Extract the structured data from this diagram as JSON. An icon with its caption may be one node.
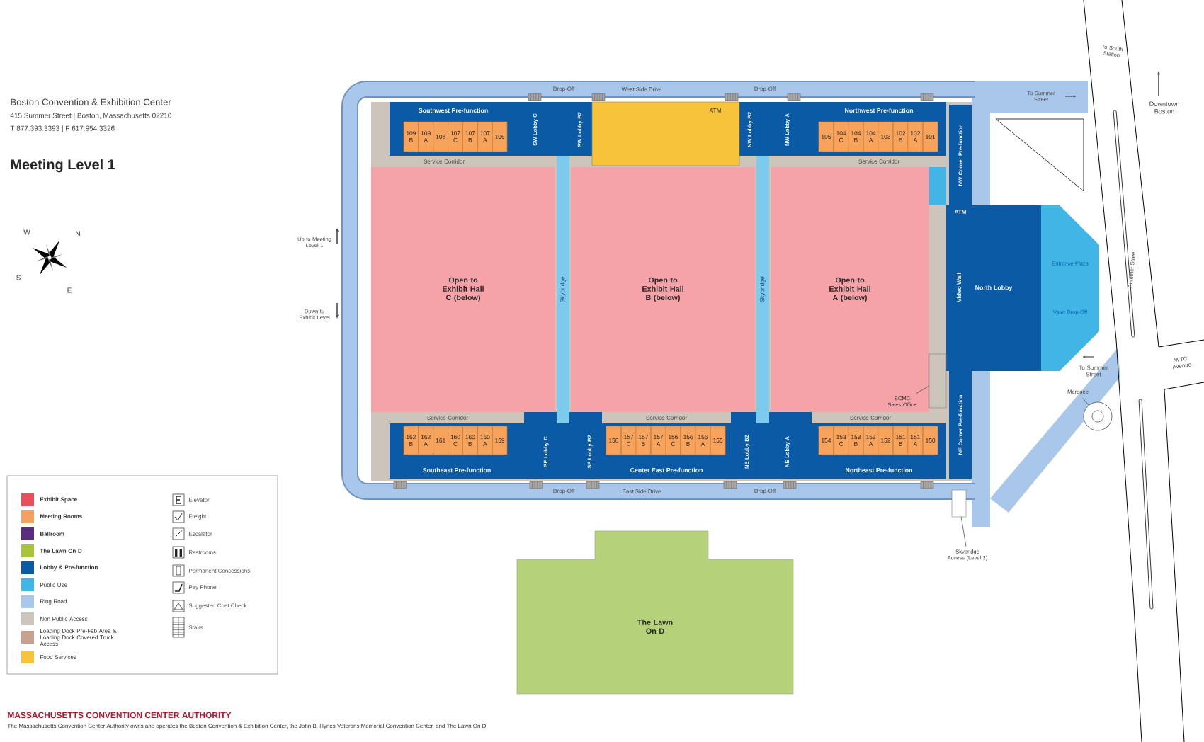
{
  "diagram": {
    "title": "Meeting Level 1",
    "nodes": [
      {
        "text": [
          "Southwest Pre-function"
        ]
      },
      {
        "text": [
          "109 B"
        ],
        "in": 0
      },
      {
        "text": [
          "109 A"
        ],
        "in": 0
      },
      {
        "text": [
          "108"
        ],
        "in": 0
      },
      {
        "text": [
          "107 C"
        ],
        "in": 0
      },
      {
        "text": [
          "107 B"
        ],
        "in": 0
      },
      {
        "text": [
          "107 A"
        ],
        "in": 0
      },
      {
        "text": [
          "106"
        ],
        "in": 0
      },
      {
        "text": [
          "SW Lobby C"
        ]
      },
      {
        "text": [
          "SW Lobby B2"
        ]
      },
      {
        "text": [],
        "shape": "box"
      },
      {
        "text": [
          "NW Lobby B2"
        ]
      },
      {
        "text": [
          "NW Lobby A"
        ]
      },
      {
        "text": [
          "Northwest Pre-function"
        ]
      },
      {
        "text": [
          "105"
        ],
        "in": 13
      },
      {
        "text": [
          "104 C"
        ],
        "in": 13
      },
      {
        "text": [
          "104 B"
        ],
        "in": 13
      },
      {
        "text": [
          "104 A"
        ],
        "in": 13
      },
      {
        "text": [
          "103"
        ],
        "in": 13
      },
      {
        "text": [
          "102 B"
        ],
        "in": 13
      },
      {
        "text": [
          "102 A"
        ],
        "in": 13
      },
      {
        "text": [
          "101"
        ],
        "in": 13
      },
      {
        "text": [
          "NW Corner Pre-function"
        ]
      },
      {
        "text": [
          "Service Corridor"
        ]
      },
      {
        "text": [
          "Service Corridor"
        ]
      },
      {
        "text": [
          "Open to Exhibit Hall C (below)"
        ]
      },
      {
        "text": [
          "Skybridge"
        ]
      },
      {
        "text": [
          "Open to Exhibit Hall B (below)"
        ]
      },
      {
        "text": [
          "Skybridge"
        ]
      },
      {
        "text": [
          "Open to Exhibit Hall A (below)"
        ]
      },
      {
        "text": [
          "North Lobby"
        ]
      },
      {
        "text": [
          "Entrance Plaza",
          "Valet Drop-Off"
        ]
      },
      {
        "text": [
          "NE Corner Pre-function"
        ]
      },
      {
        "text": [],
        "shape": "box"
      },
      {
        "text": [
          "BCMC Sales Office"
        ],
        "in": 29
      },
      {
        "text": [
          "Service Corridor"
        ]
      },
      {
        "text": [
          "Service Corridor"
        ]
      },
      {
        "text": [
          "Service Corridor"
        ]
      },
      {
        "text": [
          "Southeast Pre-function"
        ]
      },
      {
        "text": [
          "162 B"
        ],
        "in": 38
      },
      {
        "text": [
          "162 A"
        ],
        "in": 38
      },
      {
        "text": [
          "161"
        ],
        "in": 38
      },
      {
        "text": [
          "160 C"
        ],
        "in": 38
      },
      {
        "text": [
          "160 B"
        ],
        "in": 38
      },
      {
        "text": [
          "160 A"
        ],
        "in": 38
      },
      {
        "text": [
          "159"
        ],
        "in": 38
      },
      {
        "text": [
          "SE Lobby C"
        ]
      },
      {
        "text": [
          "SE Lobby B2"
        ]
      },
      {
        "text": [
          "Center East Pre-function"
        ]
      },
      {
        "text": [
          "158"
        ],
        "in": 48
      },
      {
        "text": [
          "157 C"
        ],
        "in": 48
      },
      {
        "text": [
          "157 B"
        ],
        "in": 48
      },
      {
        "text": [
          "157 A"
        ],
        "in": 48
      },
      {
        "text": [
          "156 C"
        ],
        "in": 48
      },
      {
        "text": [
          "156 B"
        ],
        "in": 48
      },
      {
        "text": [
          "156 A"
        ],
        "in": 48
      },
      {
        "text": [
          "155"
        ],
        "in": 48
      },
      {
        "text": [
          "NE Lobby B2"
        ]
      },
      {
        "text": [
          "NE Lobby A"
        ]
      },
      {
        "text": [
          "Northeast Pre-function"
        ]
      },
      {
        "text": [
          "154"
        ],
        "in": 59
      },
      {
        "text": [
          "153 C"
        ],
        "in": 59
      },
      {
        "text": [
          "153 B"
        ],
        "in": 59
      },
      {
        "text": [
          "153 A"
        ],
        "in": 59
      },
      {
        "text": [
          "152"
        ],
        "in": 59
      },
      {
        "text": [
          "151 B"
        ],
        "in": 59
      },
      {
        "text": [
          "151 A"
        ],
        "in": 59
      },
      {
        "text": [
          "150"
        ],
        "in": 59
      },
      {
        "text": [
          "The Lawn On D"
        ]
      },
      {
        "text": [
          "Marquee"
        ]
      },
      {
        "text": [],
        "shape": "circle"
      },
      {
        "text": [
          "Skybridge Access (Level 2)"
        ]
      },
      {
        "text": [],
        "shape": "box"
      }
    ],
    "edges": [
      {
        "from": 34,
        "to": 33,
        "arrow": "none"
      },
      {
        "from": 69,
        "to": 70,
        "arrow": "none"
      },
      {
        "from": 71,
        "to": 72,
        "arrow": "none"
      }
    ],
    "labels": [
      "Boston Convention & Exhibition Center",
      "415 Summer Street | Boston, Massachusetts 02210",
      "T 877.393.3393 | F 617.954.3326",
      "To South Station",
      "Drop-Off",
      "West Side Drive",
      "Drop-Off",
      "To Summer Street",
      "Downtown Boston",
      "ATM",
      "W",
      "N",
      "Up to Meeting Level 1",
      "ATM",
      "S",
      "E",
      "Summer Street",
      "Video Wall",
      "Down to Exhibit Level",
      "WTC Avenue",
      "To Summer Street",
      "Drop-Off",
      "East Side Drive",
      "Drop-Off",
      "MASSACHUSETTS CONVENTION CENTER AUTHORITY",
      "The Massachusetts Convention Center Authority owns and operates the Boston Convention & Exhibition Center, the John B. Hynes Veterans Memorial Convention Center, and The Lawn On D."
    ],
    "legend": [
      {
        "text": "Exhibit Space",
        "color": "#e8505b"
      },
      {
        "text": "Meeting Rooms",
        "color": "#f4a261"
      },
      {
        "text": "Ballroom",
        "color": "#5b2d82"
      },
      {
        "text": "The Lawn On D",
        "color": "#a8c43c"
      },
      {
        "text": "Lobby & Pre-function",
        "color": "#0b5aa5"
      },
      {
        "text": "Public Use",
        "color": "#41b6e6"
      },
      {
        "text": "Ring Road",
        "color": "#a9c7ea"
      },
      {
        "text": "Non Public Access",
        "color": "#cdc5bb"
      },
      {
        "text": "Loading Dock Pre-Fab Area & Loading Dock Covered Truck Access",
        "color": "#c9a18f"
      },
      {
        "text": "Food Services",
        "color": "#f6c33b"
      },
      {
        "text": "Elevator"
      },
      {
        "text": "Freight"
      },
      {
        "text": "Escalator"
      },
      {
        "text": "Restrooms"
      },
      {
        "text": "Permanent Concessions"
      },
      {
        "text": "Pay Phone"
      },
      {
        "text": "Suggested Coat Check"
      },
      {
        "text": "Stairs"
      }
    ]
  }
}
